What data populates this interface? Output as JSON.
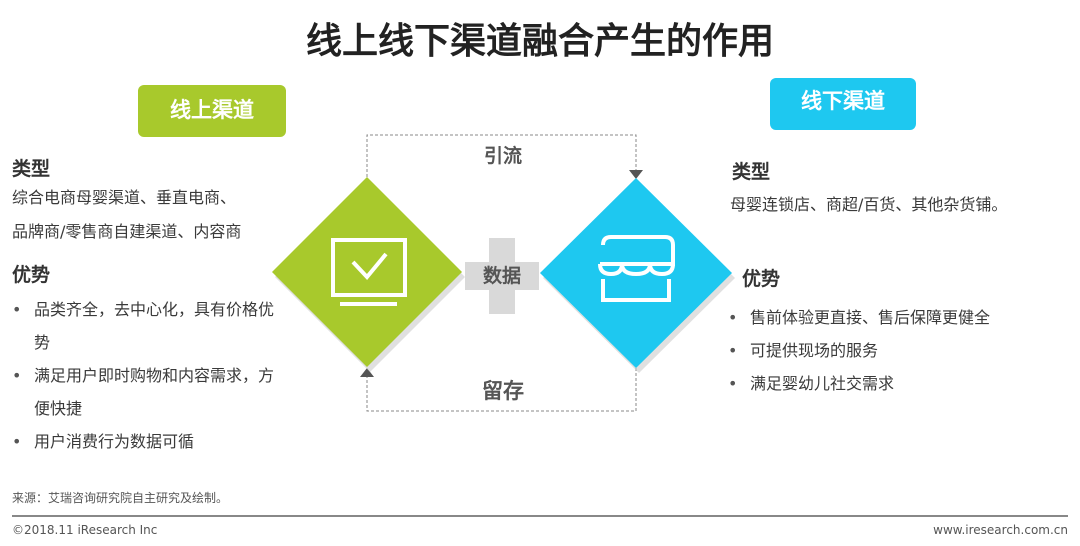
{
  "title": "线上线下渠道融合产生的作用",
  "online": {
    "badge": "线上渠道",
    "type_heading": "类型",
    "type_lines": [
      "综合电商母婴渠道、垂直电商、",
      "品牌商/零售商自建渠道、内容商"
    ],
    "adv_heading": "优势",
    "advantages": [
      "品类齐全，去中心化，具有价格优势",
      "满足用户即时购物和内容需求，方便快捷",
      "用户消费行为数据可循"
    ]
  },
  "offline": {
    "badge": "线下渠道",
    "type_heading": "类型",
    "type_text": "母婴连锁店、商超/百货、其他杂货铺。",
    "adv_heading": "优势",
    "advantages": [
      "售前体验更直接、售后保障更健全",
      "可提供现场的服务",
      "满足婴幼儿社交需求"
    ]
  },
  "diagram": {
    "top_label": "引流",
    "bottom_label": "留存",
    "center_label": "数据",
    "colors": {
      "online": "#a8c92c",
      "offline": "#1ec8f0",
      "plus": "#d9d9d9"
    }
  },
  "footer": {
    "source": "来源：艾瑞咨询研究院自主研究及绘制。",
    "copyright": "©2018.11 iResearch Inc",
    "website": "www.iresearch.com.cn"
  }
}
